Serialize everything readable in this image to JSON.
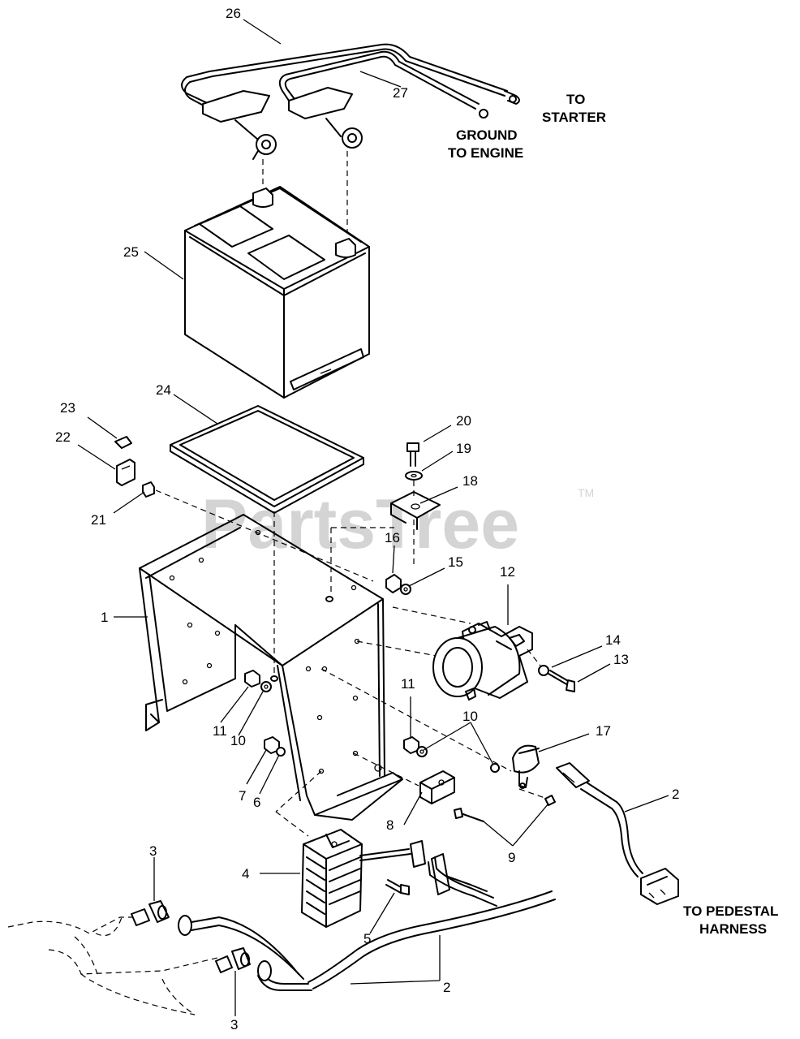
{
  "watermark": {
    "text": "PartsTree",
    "tm": "TM"
  },
  "notes": {
    "to_starter": [
      "TO",
      "STARTER"
    ],
    "ground_to_engine": [
      "GROUND",
      "TO ENGINE"
    ],
    "to_pedestal_harness": [
      "TO PEDESTAL",
      "HARNESS"
    ]
  },
  "callouts": {
    "c26": "26",
    "c27": "27",
    "c25": "25",
    "c24": "24",
    "c23": "23",
    "c22": "22",
    "c21": "21",
    "c20": "20",
    "c19": "19",
    "c18": "18",
    "c16": "16",
    "c15": "15",
    "c12": "12",
    "c14": "14",
    "c13": "13",
    "c1": "1",
    "c11a": "11",
    "c10a": "10",
    "c11b": "11",
    "c10b": "10",
    "c17": "17",
    "c7": "7",
    "c6": "6",
    "c8": "8",
    "c9": "9",
    "c2a": "2",
    "c3a": "3",
    "c4": "4",
    "c5": "5",
    "c2b": "2",
    "c3b": "3"
  }
}
